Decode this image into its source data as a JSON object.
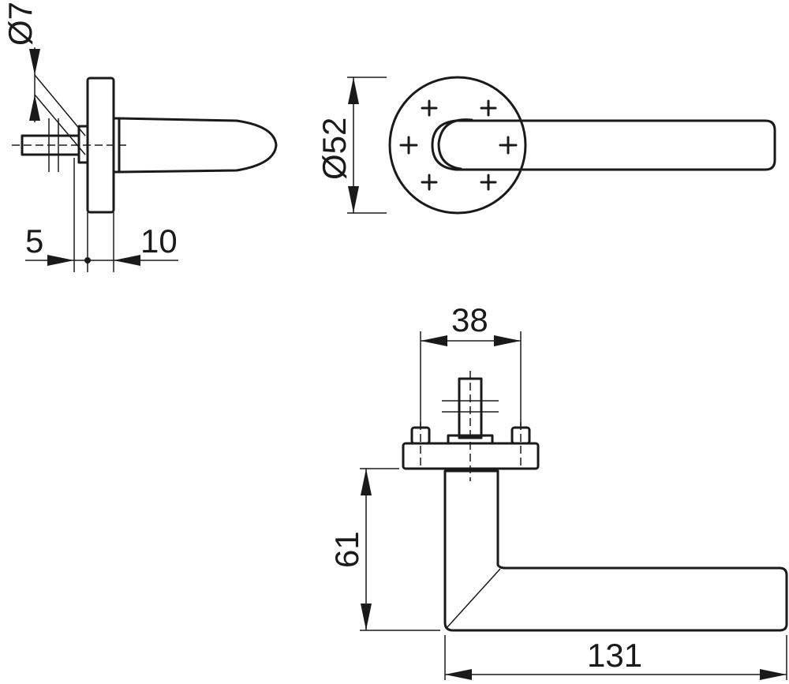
{
  "dimensions": {
    "spindle_diameter": "Ø7",
    "rose_offset": "5",
    "rose_thickness": "10",
    "rose_diameter": "Ø52",
    "fixing_spacing": "38",
    "lever_height": "61",
    "lever_length": "131"
  },
  "colors": {
    "ink": "#1a1a1a",
    "background": "#ffffff"
  }
}
